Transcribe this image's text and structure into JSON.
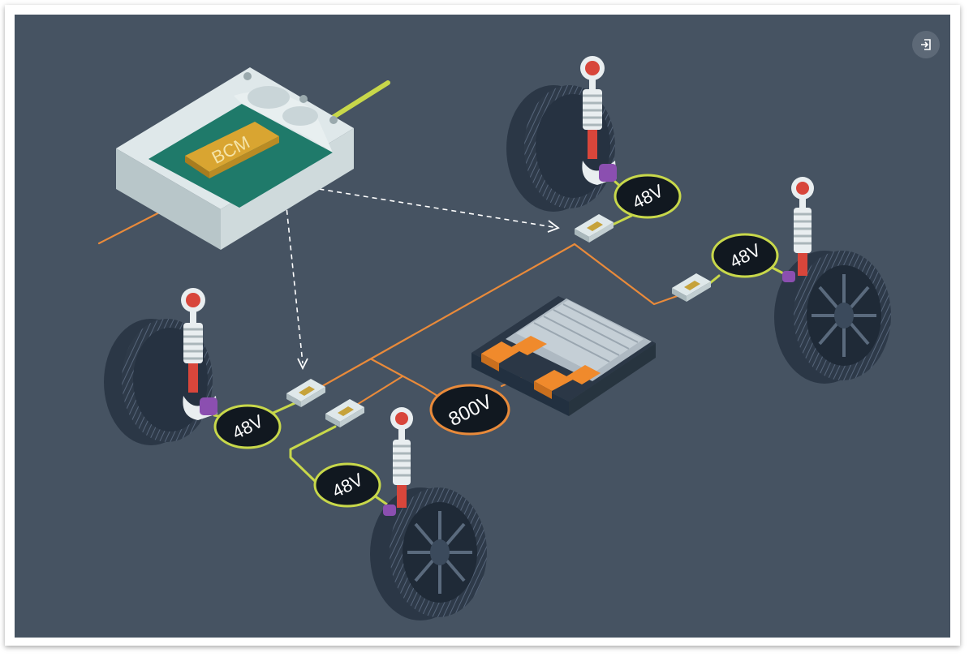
{
  "bcm_label": "BCM",
  "voltage_labels": {
    "front_left": "48V",
    "rear_left": "48V",
    "front_right": "48V",
    "rear_right": "48V",
    "battery": "800V"
  },
  "colors": {
    "background": "#465362",
    "low_voltage_line": "#c8d84a",
    "high_voltage_line": "#e98a3a",
    "pcb": "#1f7a6a",
    "chip": "#d9a531",
    "spring_red": "#d8463b",
    "actuator_purple": "#8b4fb0",
    "tire": "#2b3746"
  },
  "icons": {
    "corner_button": "exit-icon"
  }
}
